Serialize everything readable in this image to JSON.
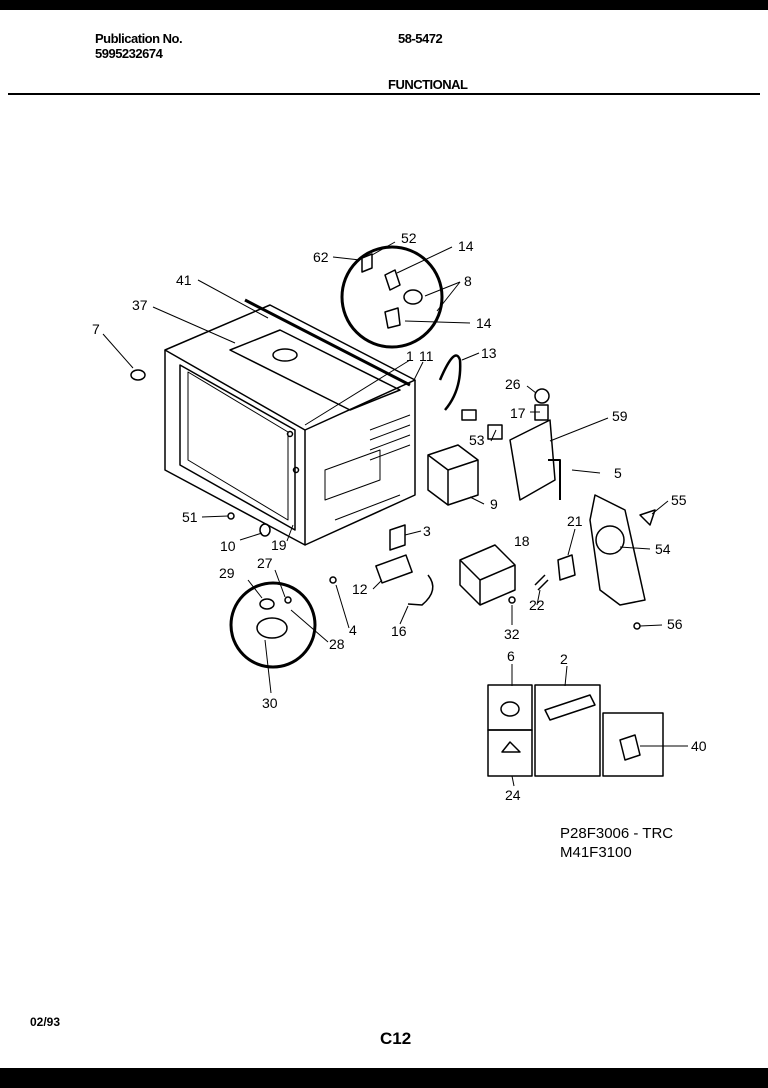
{
  "header": {
    "publication_label": "Publication No.",
    "publication_number": "5995232674",
    "code": "58-5472",
    "section": "FUNCTIONAL"
  },
  "models": [
    "P28F3006 - TRC",
    "M41F3100"
  ],
  "footer": {
    "date": "02/93",
    "page": "C12"
  },
  "callouts": [
    "52",
    "62",
    "14",
    "8",
    "14",
    "41",
    "37",
    "7",
    "1",
    "11",
    "13",
    "26",
    "17",
    "59",
    "53",
    "5",
    "55",
    "9",
    "21",
    "18",
    "54",
    "51",
    "10",
    "19",
    "3",
    "29",
    "27",
    "12",
    "4",
    "28",
    "16",
    "22",
    "32",
    "56",
    "30",
    "6",
    "2",
    "40",
    "24"
  ]
}
